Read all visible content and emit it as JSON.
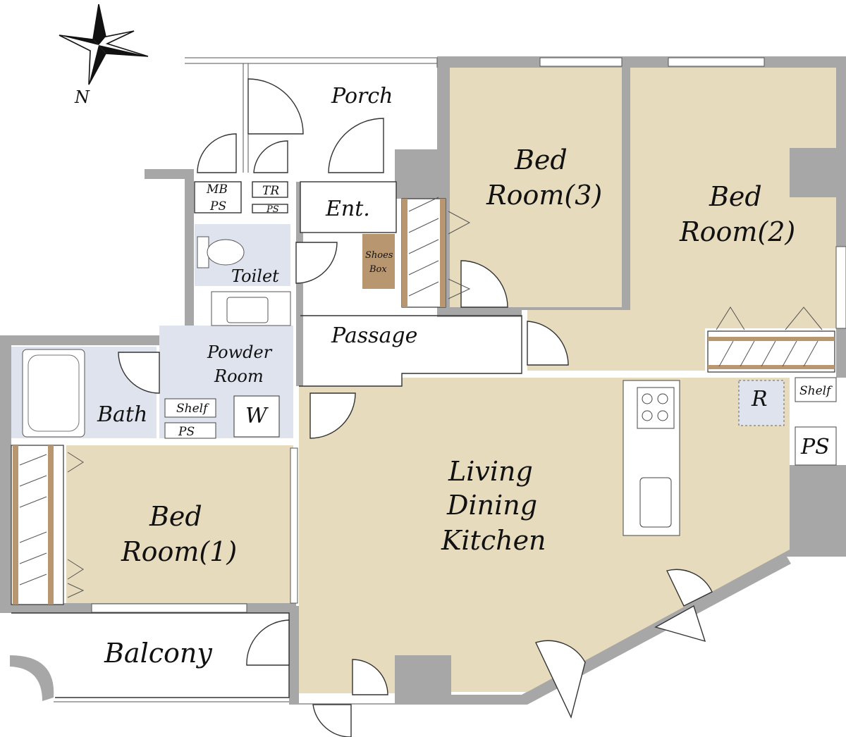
{
  "compass": {
    "north_label": "N"
  },
  "rooms": {
    "porch": "Porch",
    "entrance": "Ent.",
    "mb_ps": [
      "MB",
      "PS"
    ],
    "tr_ps": [
      "TR",
      "PS"
    ],
    "shoes_box": [
      "Shoes",
      "Box"
    ],
    "toilet": "Toilet",
    "passage": "Passage",
    "powder_room": [
      "Powder",
      "Room"
    ],
    "bath": "Bath",
    "shelf_powder": "Shelf",
    "ps_powder": "PS",
    "washer": "W",
    "bedroom1": [
      "Bed",
      "Room(1)"
    ],
    "bedroom2": [
      "Bed",
      "Room(2)"
    ],
    "bedroom3": [
      "Bed",
      "Room(3)"
    ],
    "ldk": [
      "Living",
      "Dining",
      "Kitchen"
    ],
    "refrigerator": "R",
    "shelf_right": "Shelf",
    "ps_right": "PS",
    "balcony": "Balcony"
  },
  "colors": {
    "room_fill": "#e7dbbd",
    "wet_area_fill": "#dee3ee",
    "wall_fill": "#a7a7a7",
    "shoes_box_fill": "#b89770"
  }
}
